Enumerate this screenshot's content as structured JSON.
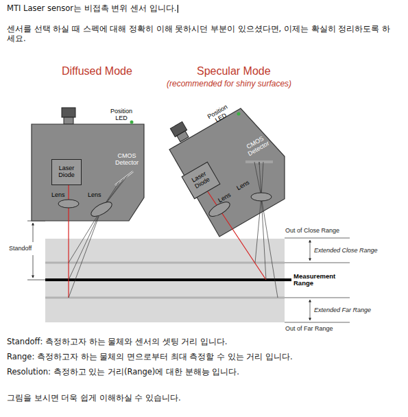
{
  "diagram": {
    "nodes": [
      {
        "text": [
          "Laser Diode"
        ]
      },
      {
        "text": [
          "Laser Diode"
        ]
      }
    ],
    "labels": [
      "MTI Laser sensor는 비접촉 변위 센서 입니다.",
      "센서를 선택 하실 때 스펙에 대해 정확히 이해 못하시던 부분이 있으셨다면, 이제는 확실히 정리하도록 하세요.",
      "Diffused Mode",
      "Specular Mode",
      "(recommended for shiny surfaces)",
      "Position LED",
      "Position LED",
      "CMOS Detector",
      "CMOS Detector",
      "Lens",
      "Lens",
      "Lens",
      "Lens",
      "Out of Close Range",
      "Extended Close Range",
      "Standoff",
      "Measurement Range",
      "Extended Far Range",
      "Out of Far Range",
      "Standoff: 측정하고자 하는 물체와 센서의 셋팅 거리 입니다.",
      "Range: 측정하고자 하는 물체의 면으로부터 최대 측정할 수 있는 거리 입니다.",
      "Resolution: 측정하고 있는 거리(Range)에 대한 분해능 입니다.",
      "그림을 보시면 더욱 쉽게 이해하실 수 있습니다."
    ]
  }
}
